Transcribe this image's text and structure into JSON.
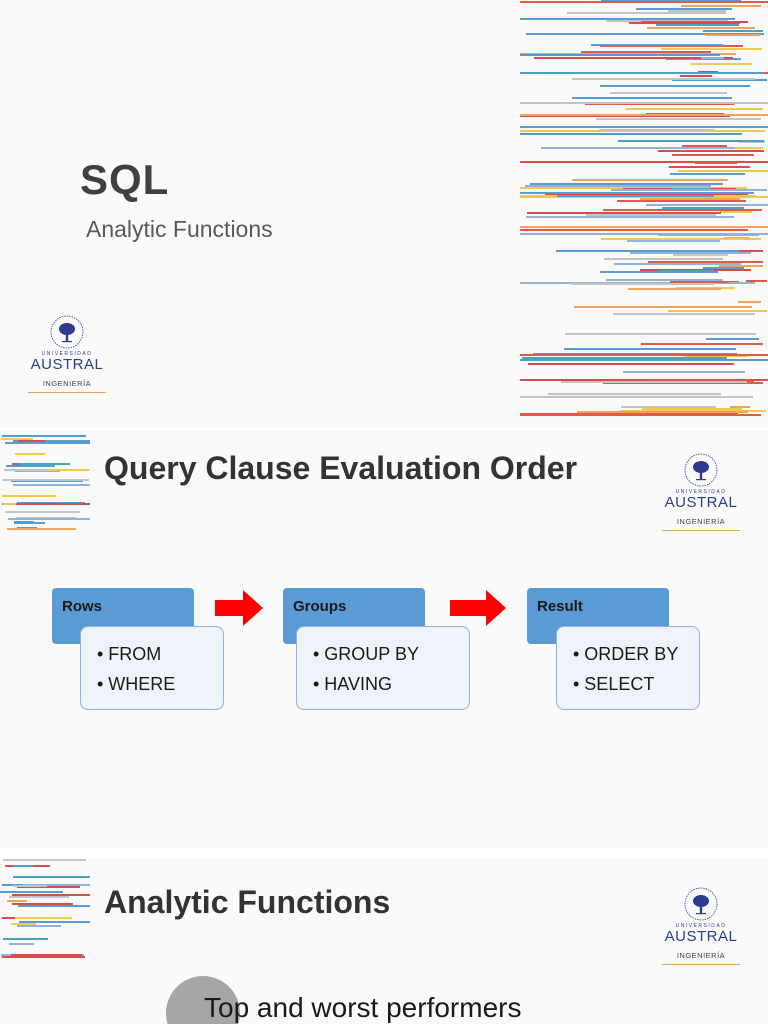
{
  "slide1": {
    "title": "SQL",
    "subtitle": "Analytic Functions"
  },
  "logo": {
    "university_label": "UNIVERSIDAD",
    "name": "AUSTRAL",
    "department": "INGENIERÍA"
  },
  "slide2": {
    "heading": "Query Clause Evaluation Order",
    "steps": [
      {
        "header": "Rows",
        "items": [
          "• FROM",
          "• WHERE"
        ]
      },
      {
        "header": "Groups",
        "items": [
          "• GROUP BY",
          "• HAVING"
        ]
      },
      {
        "header": "Result",
        "items": [
          "• ORDER BY",
          "• SELECT"
        ]
      }
    ]
  },
  "slide3": {
    "heading": "Analytic Functions",
    "bullet": "Top and worst performers"
  },
  "colors": {
    "accent_blue": "#5b9bd5",
    "arrow_red": "#ff0000",
    "logo_blue": "#2b3b8f",
    "logo_rule": "#e8a55a"
  },
  "icons": [
    "tree-seal-icon",
    "right-arrow-icon"
  ]
}
